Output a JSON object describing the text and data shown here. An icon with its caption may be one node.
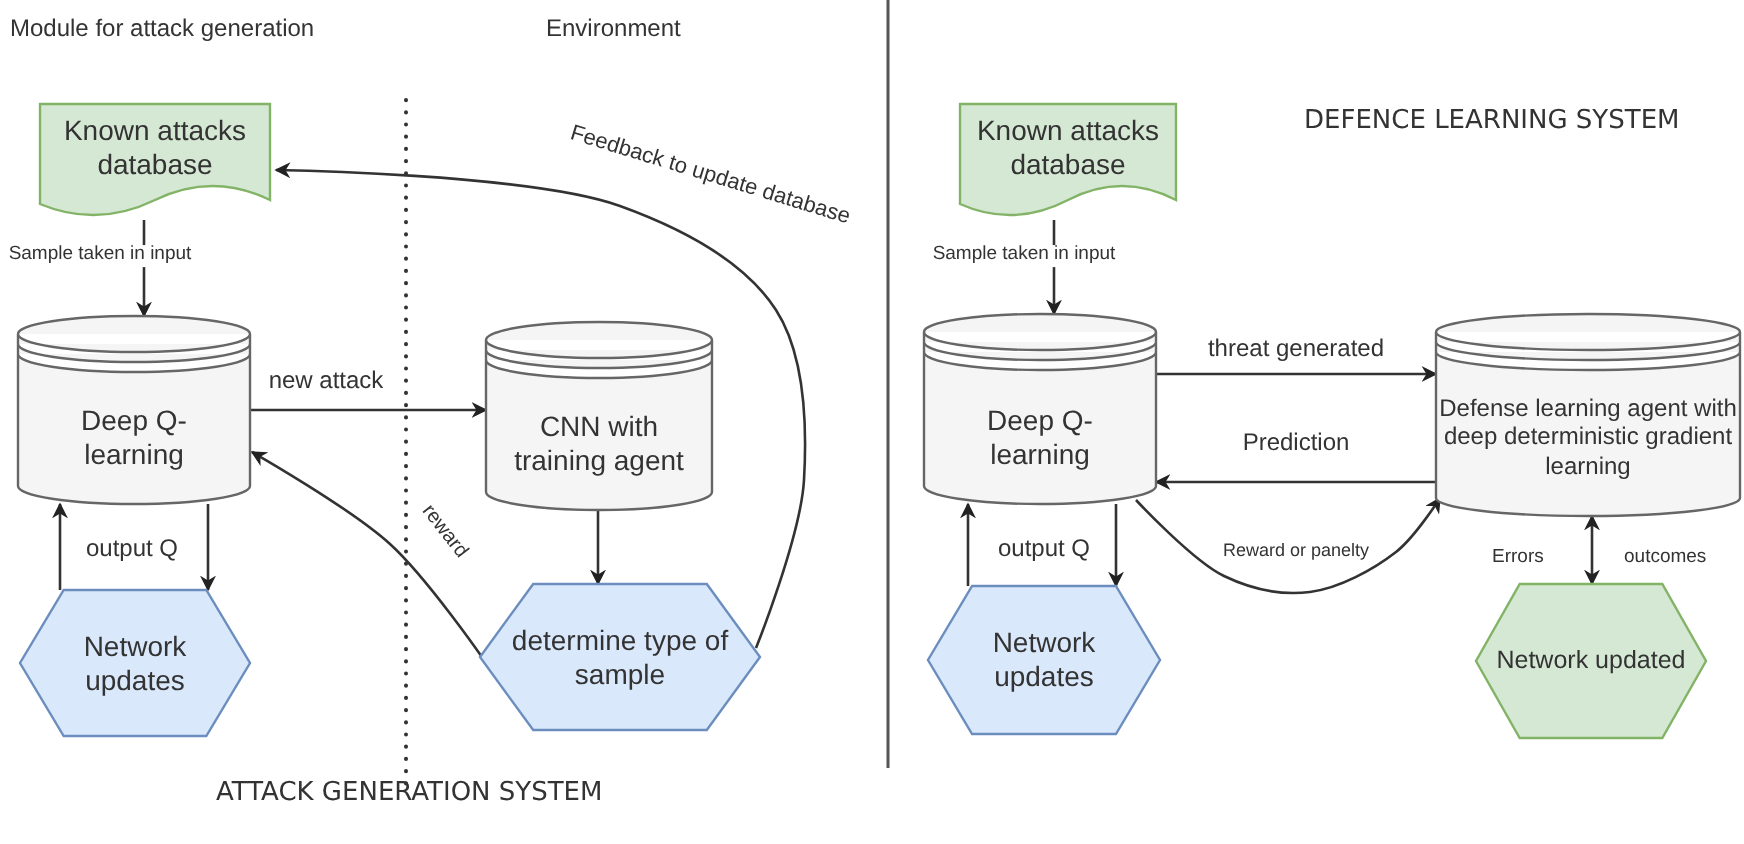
{
  "diagram": {
    "nodes": [
      {
        "text": [
          "Known attacks database"
        ]
      },
      {
        "text": [
          "Deep Q-learning"
        ]
      },
      {
        "text": [
          "CNN with training agent"
        ]
      },
      {
        "text": [
          "Network updates"
        ]
      },
      {
        "text": [
          "determine type of sample"
        ]
      },
      {
        "text": [
          "Known attacks database"
        ]
      },
      {
        "text": [
          "Deep Q-learning"
        ]
      },
      {
        "text": [
          "Defense learning agent with deep deterministic gradient learning"
        ]
      },
      {
        "text": [
          "Network updates"
        ]
      },
      {
        "text": [
          "Network updated"
        ]
      }
    ],
    "edges": [
      {
        "from": 0,
        "to": 1,
        "arrow": "to",
        "label": "Sample taken in input"
      },
      {
        "from": 1,
        "to": 2,
        "arrow": "to",
        "label": "new attack"
      },
      {
        "from": 3,
        "to": 1,
        "arrow": "to"
      },
      {
        "from": 1,
        "to": 3,
        "arrow": "to",
        "label": "output Q"
      },
      {
        "from": 2,
        "to": 4,
        "arrow": "to"
      },
      {
        "from": 4,
        "to": 1,
        "arrow": "to",
        "label": "reward"
      },
      {
        "from": 4,
        "to": 0,
        "arrow": "to",
        "label": "Feedback to update database"
      },
      {
        "from": 5,
        "to": 6,
        "arrow": "to",
        "label": "Sample taken in input"
      },
      {
        "from": 6,
        "to": 7,
        "arrow": "to",
        "label": "threat generated"
      },
      {
        "from": 7,
        "to": 6,
        "arrow": "to",
        "label": "Prediction"
      },
      {
        "from": 6,
        "to": 7,
        "arrow": "to",
        "label": "Reward or panelty"
      },
      {
        "from": 8,
        "to": 6,
        "arrow": "to"
      },
      {
        "from": 6,
        "to": 8,
        "arrow": "to",
        "label": "output Q"
      },
      {
        "from": 7,
        "to": 9,
        "arrow": "both"
      }
    ],
    "labels": [
      "Module for attack generation",
      "Environment",
      "DEFENCE LEARNING SYSTEM",
      "Errors",
      "outcomes",
      "ATTACK GENERATION SYSTEM"
    ]
  }
}
